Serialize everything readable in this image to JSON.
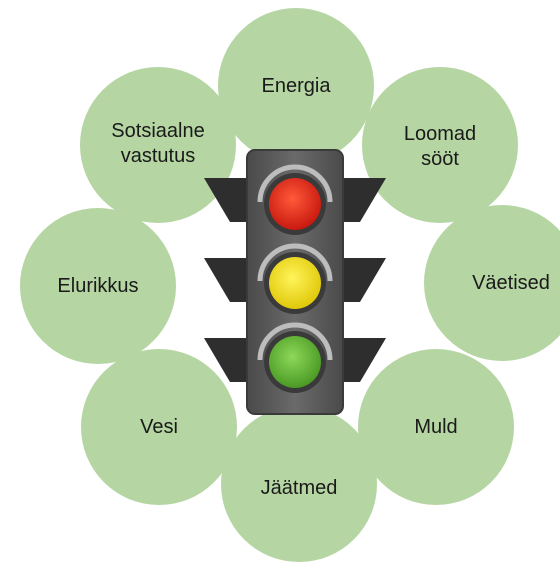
{
  "diagram": {
    "center": {
      "icon": "traffic-light-icon",
      "lights": [
        "red",
        "yellow",
        "green"
      ],
      "colors": {
        "housing": "#5a5a5a",
        "housing_dark": "#3a3a3a",
        "red": "#e8261a",
        "yellow": "#f4e016",
        "green": "#6cbf3a"
      }
    },
    "circle_color": "#b5d5a3",
    "items": [
      {
        "id": "energia",
        "label": "Energia"
      },
      {
        "id": "loomad",
        "label": "Loomad\nsööt"
      },
      {
        "id": "vaetised",
        "label": "Väetised"
      },
      {
        "id": "muld",
        "label": "Muld"
      },
      {
        "id": "jaatmed",
        "label": "Jäätmed"
      },
      {
        "id": "vesi",
        "label": "Vesi"
      },
      {
        "id": "elurikkus",
        "label": "Elurikkus"
      },
      {
        "id": "sotsiaalne",
        "label": "Sotsiaalne\nvastutus"
      }
    ]
  }
}
